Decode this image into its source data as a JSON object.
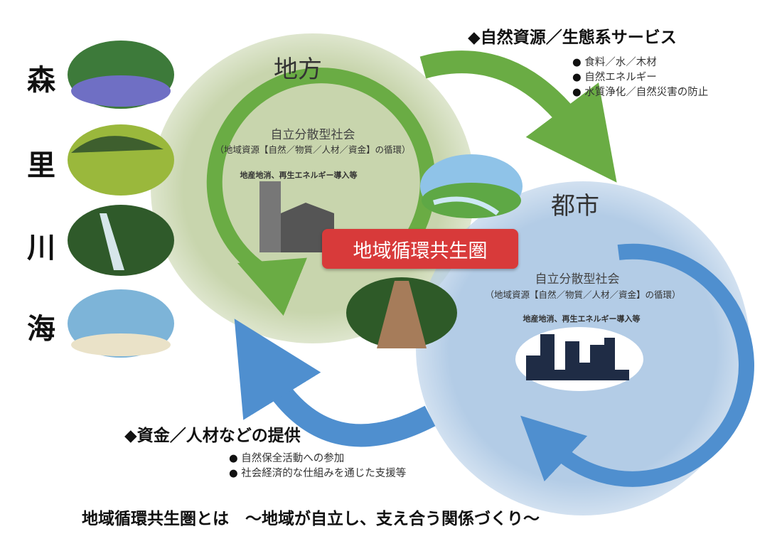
{
  "side_labels": [
    "森",
    "里",
    "川",
    "海"
  ],
  "rural": {
    "title": "地方",
    "society": "自立分散型社会",
    "cycle": "（地域資源【自然／物質／人材／資金】の循環）",
    "initiatives": "地産地消、再生エネルギー導入等"
  },
  "urban": {
    "title": "都市",
    "society": "自立分散型社会",
    "cycle": "（地域資源【自然／物質／人材／資金】の循環）",
    "initiatives": "地産地消、再生エネルギー導入等"
  },
  "center_badge": "地域循環共生圏",
  "ecosystem_services": {
    "heading": "◆自然資源／生態系サービス",
    "items": [
      "食料／水／木材",
      "自然エネルギー",
      "水質浄化／自然災害の防止"
    ]
  },
  "support": {
    "heading": "◆資金／人材などの提供",
    "items": [
      "自然保全活動への参加",
      "社会経済的な仕組みを通じた支援等"
    ]
  },
  "caption": "地域循環共生圏とは　～地域が自立し、支え合う関係づくり～",
  "colors": {
    "green_circle": "#c8d5ad",
    "green_arrow": "#6aac44",
    "blue_circle": "#b3cce6",
    "blue_arrow": "#4f8fcf",
    "badge": "#d83a3a"
  }
}
